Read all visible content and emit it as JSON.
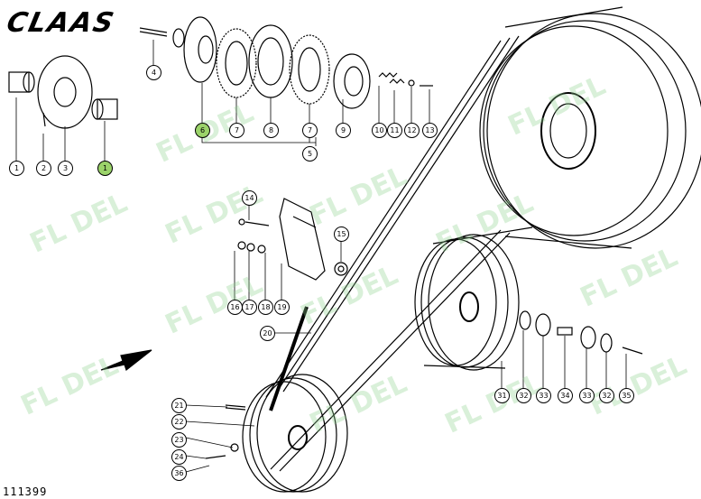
{
  "brand": "CLAAS",
  "doc_number": "111399",
  "watermark_text": "FL  DEL",
  "colors": {
    "ink": "#000000",
    "highlight": "#9bd36a",
    "watermark": "#8fd28f"
  },
  "callouts": [
    {
      "label": "1",
      "highlight": false
    },
    {
      "label": "2",
      "highlight": false
    },
    {
      "label": "3",
      "highlight": false
    },
    {
      "label": "1",
      "highlight": true
    },
    {
      "label": "4",
      "highlight": false
    },
    {
      "label": "6",
      "highlight": true
    },
    {
      "label": "7",
      "highlight": false
    },
    {
      "label": "8",
      "highlight": false
    },
    {
      "label": "7",
      "highlight": false
    },
    {
      "label": "9",
      "highlight": false
    },
    {
      "label": "10",
      "highlight": false
    },
    {
      "label": "11",
      "highlight": false
    },
    {
      "label": "12",
      "highlight": false
    },
    {
      "label": "13",
      "highlight": false
    },
    {
      "label": "5",
      "highlight": false
    },
    {
      "label": "14",
      "highlight": false
    },
    {
      "label": "15",
      "highlight": false
    },
    {
      "label": "16",
      "highlight": false
    },
    {
      "label": "17",
      "highlight": false
    },
    {
      "label": "18",
      "highlight": false
    },
    {
      "label": "19",
      "highlight": false
    },
    {
      "label": "20",
      "highlight": false
    },
    {
      "label": "21",
      "highlight": false
    },
    {
      "label": "22",
      "highlight": false
    },
    {
      "label": "23",
      "highlight": false
    },
    {
      "label": "24",
      "highlight": false
    },
    {
      "label": "36",
      "highlight": false
    },
    {
      "label": "31",
      "highlight": false
    },
    {
      "label": "32",
      "highlight": false
    },
    {
      "label": "33",
      "highlight": false
    },
    {
      "label": "34",
      "highlight": false
    },
    {
      "label": "33",
      "highlight": false
    },
    {
      "label": "32",
      "highlight": false
    },
    {
      "label": "35",
      "highlight": false
    }
  ]
}
